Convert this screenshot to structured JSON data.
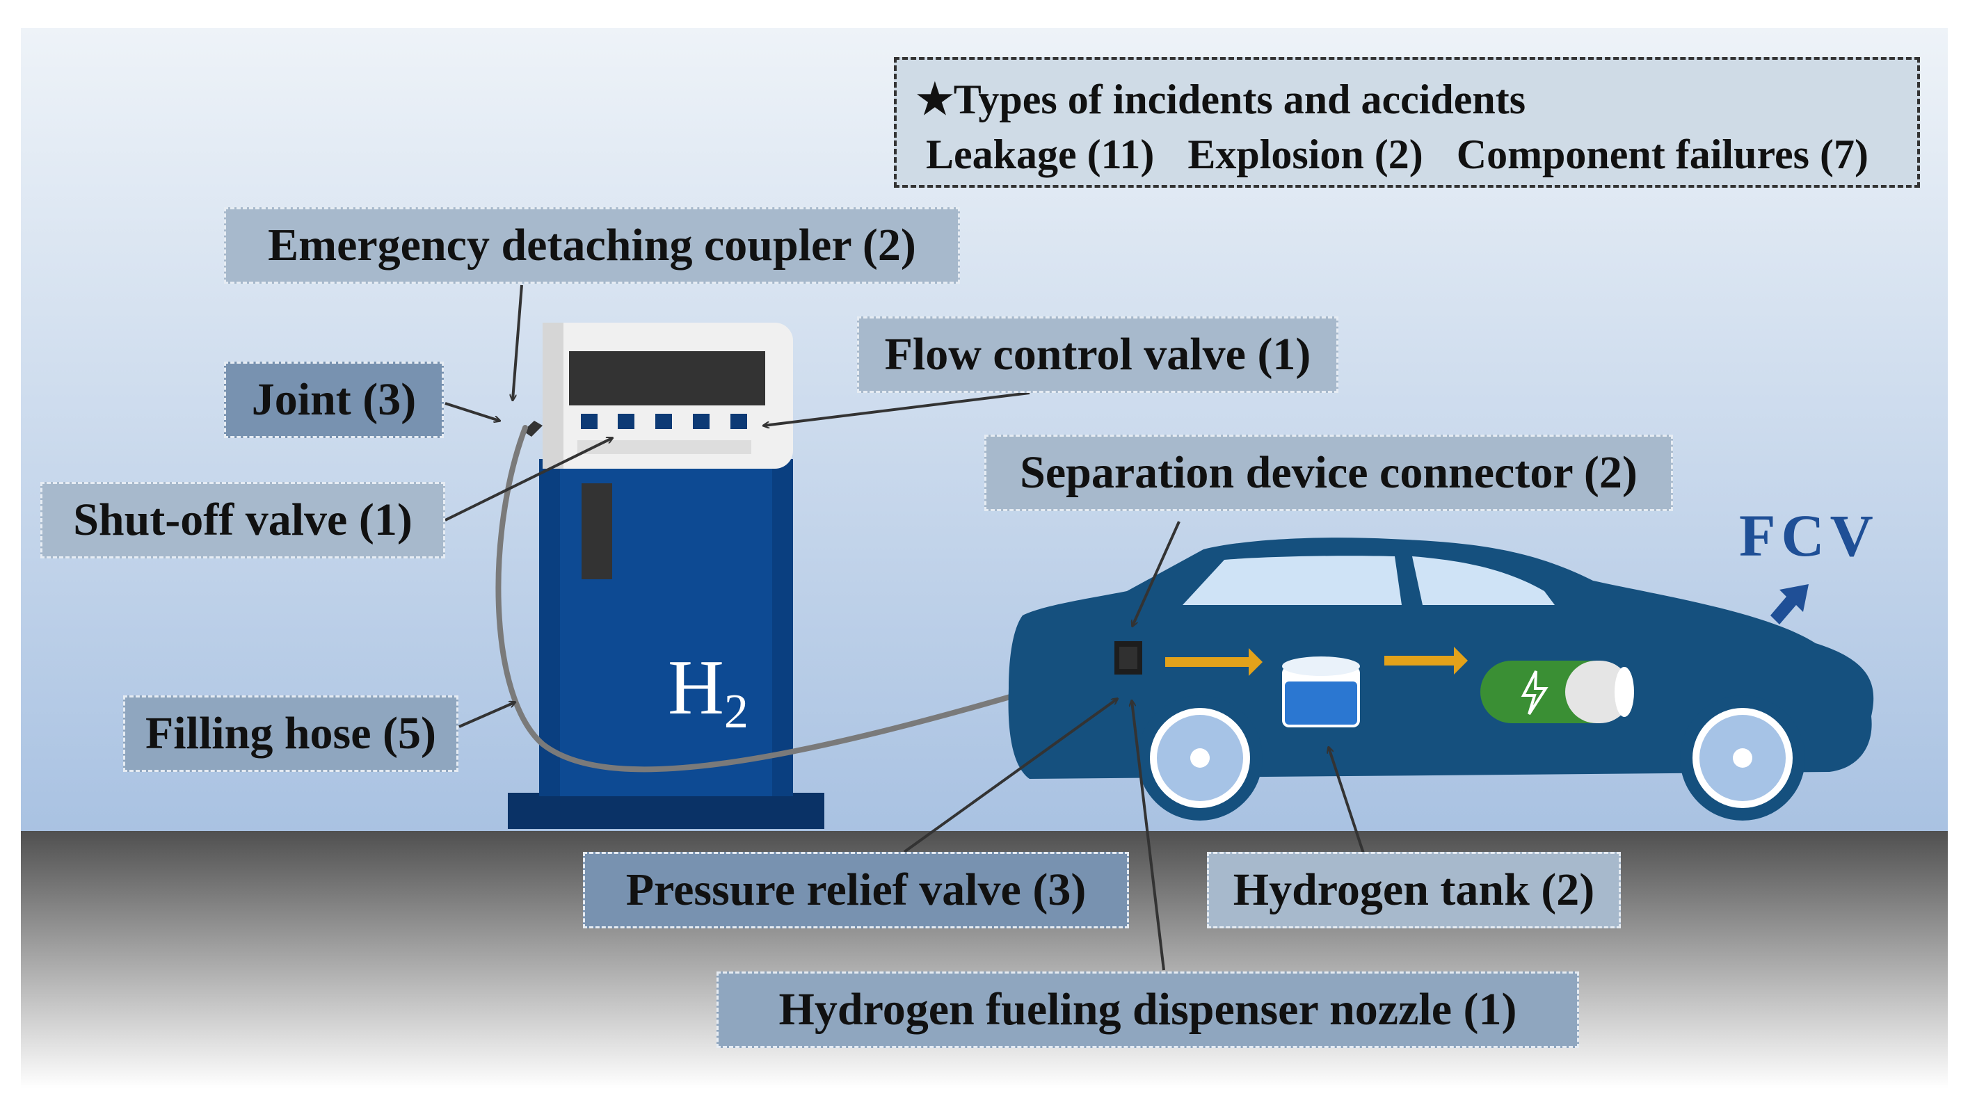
{
  "legend": {
    "star": "★",
    "title": "Types of incidents and accidents",
    "items": [
      "Leakage (11)",
      "Explosion (2)",
      "Component failures (7)"
    ]
  },
  "labels": {
    "emergency_coupler": "Emergency detaching coupler (2)",
    "flow_control_valve": "Flow control valve (1)",
    "joint": "Joint (3)",
    "shutoff_valve": "Shut-off valve (1)",
    "separation_connector": "Separation device connector (2)",
    "filling_hose": "Filling hose (5)",
    "pressure_relief_valve": "Pressure relief valve (3)",
    "hydrogen_tank": "Hydrogen tank (2)",
    "dispenser_nozzle": "Hydrogen fueling dispenser nozzle (1)"
  },
  "dispenser_text": {
    "main": "H",
    "sub": "2"
  },
  "vehicle_label": "FCV",
  "colors": {
    "sky_top": "#e9eff6",
    "sky_bottom": "#a9c2e2",
    "ground": "#555555",
    "dispenser_blue": "#0d4a93",
    "car_blue": "#15507e",
    "fcv_text": "#1f4f96",
    "flow_arrow": "#e3a21a",
    "battery_green": "#3a8f34"
  }
}
